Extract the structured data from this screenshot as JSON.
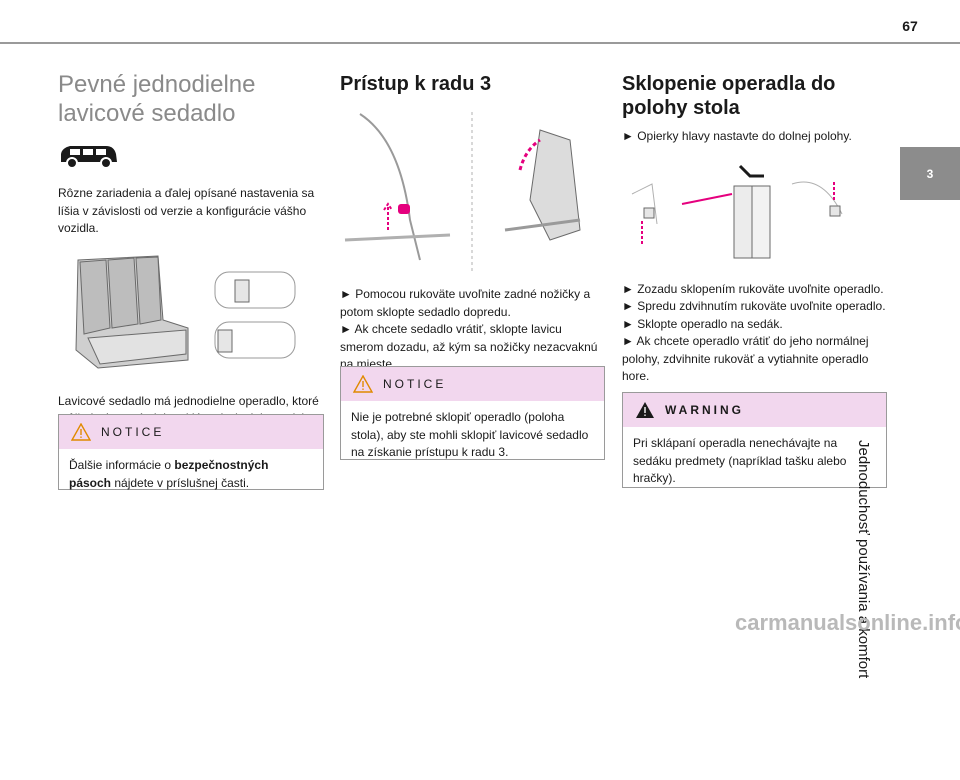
{
  "page_number": "67",
  "col1": {
    "title": "Pevné jednodielne lavicové sedadlo",
    "intro": "Rôzne zariadenia a ďalej opísané nastavenia sa líšia v závislosti od verzie a konfigurácie vášho vozidla.",
    "description": "Lavicové sedadlo má jednodielne operadlo, ktoré môže byť pevné alebo sklápacie (poloha stola).",
    "notice_label": "NOTICE",
    "notice_text_pre": "Ďalšie informácie o ",
    "notice_text_bold": "bezpečnostných pásoch",
    "notice_text_post": " nájdete v príslušnej časti."
  },
  "col2": {
    "title": "Prístup k radu 3",
    "steps": "► Pomocou rukoväte uvoľnite zadné nožičky a potom sklopte sedadlo dopredu.\n► Ak chcete sedadlo vrátiť, sklopte lavicu smerom dozadu, až kým sa nožičky nezacvaknú na mieste.",
    "notice_label": "NOTICE",
    "notice_text": "Nie je potrebné sklopiť operadlo (poloha stola), aby ste mohli sklopiť lavicové sedadlo na získanie prístupu k radu 3."
  },
  "col3": {
    "title": "Sklopenie operadla do polohy stola",
    "step1": "► Opierky hlavy nastavte do dolnej polohy.",
    "steps": "► Zozadu sklopením rukoväte uvoľnite operadlo.\n► Spredu zdvihnutím rukoväte uvoľnite operadlo.\n► Sklopte operadlo na sedák.\n► Ak chcete operadlo vrátiť do jeho normálnej polohy, zdvihnite rukoväť a vytiahnite operadlo hore.",
    "warning_label": "WARNING",
    "warning_text": "Pri sklápaní operadla nenechávajte na sedáku predmety (napríklad tašku alebo hračky)."
  },
  "side": {
    "tab_number": "3",
    "title": "Jednoduchosť používania a komfort"
  },
  "watermark": "carmanualsonline.info",
  "colors": {
    "accent": "#e5007e",
    "notice_bg": "#f2d7ee",
    "rule": "#9a9a9a"
  }
}
